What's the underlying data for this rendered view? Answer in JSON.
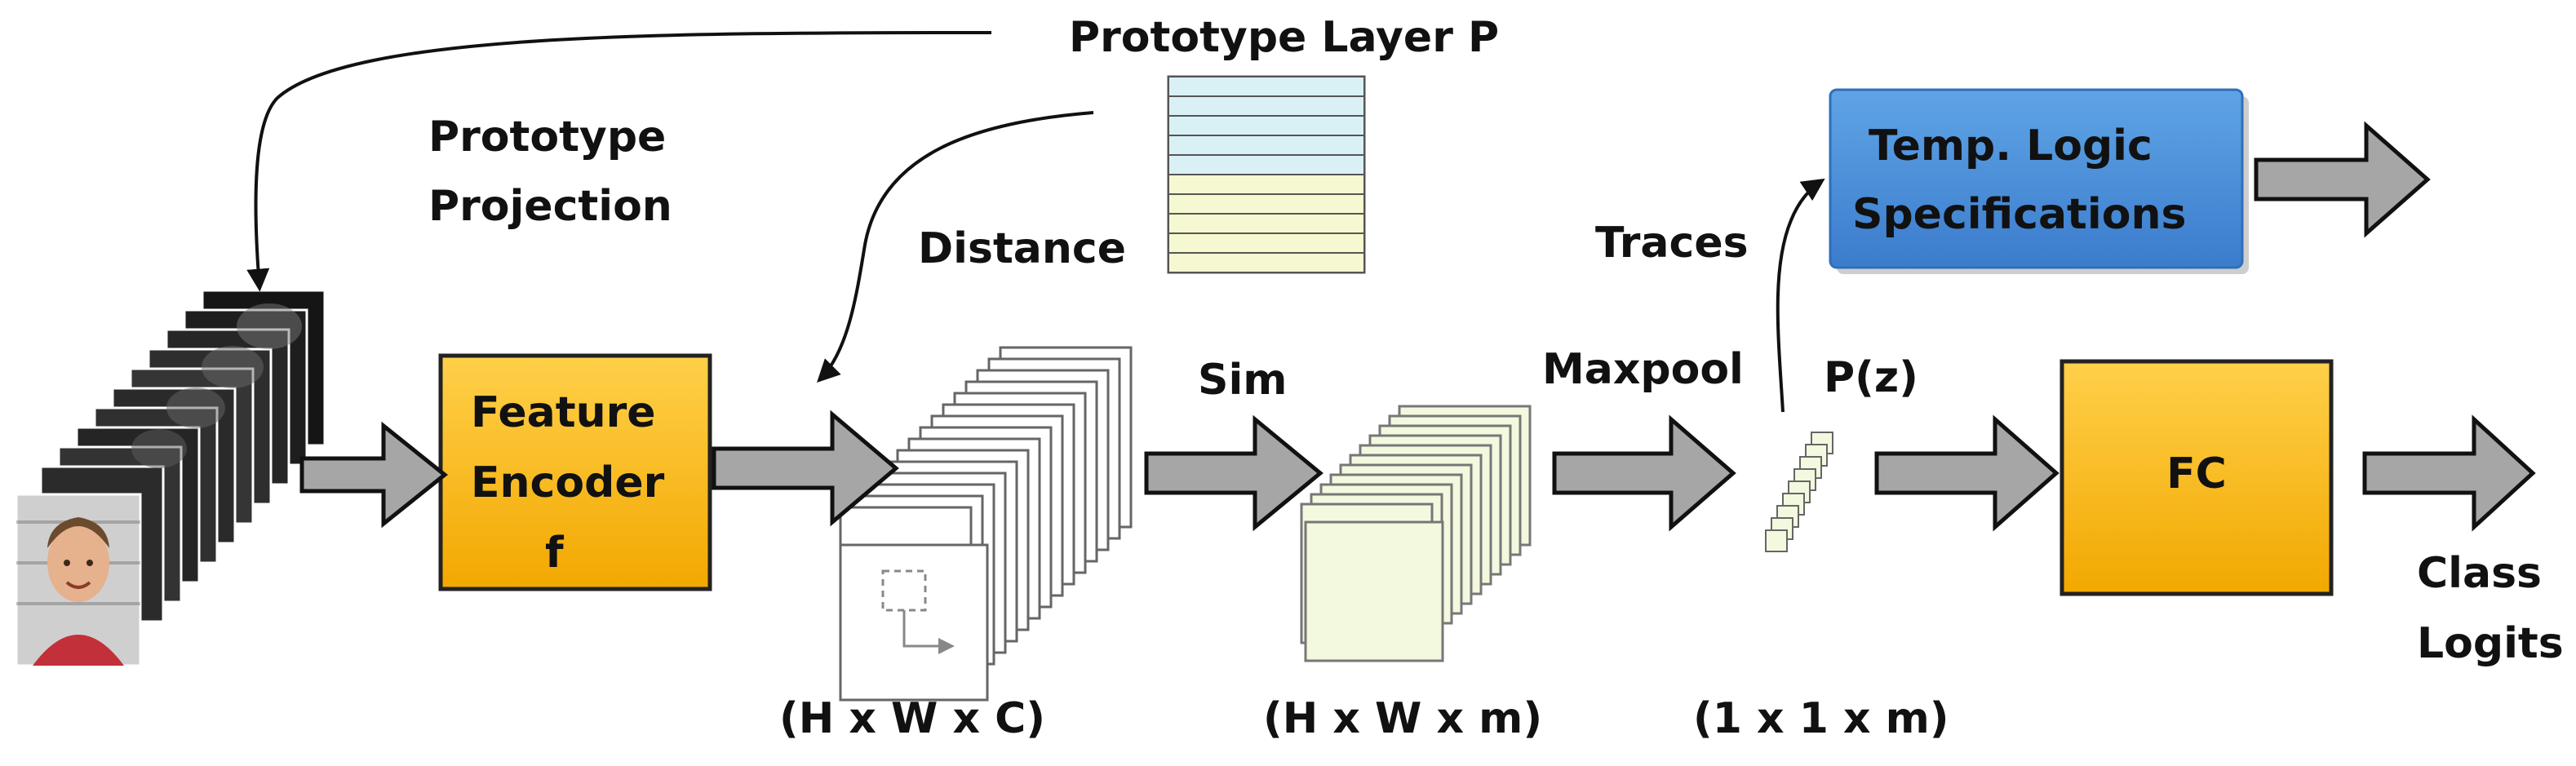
{
  "labels": {
    "prototype_layer": "Prototype Layer P",
    "prototype_projection_line1": "Prototype",
    "prototype_projection_line2": "Projection",
    "distance": "Distance",
    "traces": "Traces",
    "sim": "Sim",
    "maxpool": "Maxpool",
    "pz": "P(z)",
    "dims_hwc": "(H x W x C)",
    "dims_hwm": "(H x W x m)",
    "dims_11m": "(1 x 1 x m)",
    "class_logits_line1": "Class",
    "class_logits_line2": "Logits"
  },
  "boxes": {
    "feature_encoder": {
      "line1": "Feature",
      "line2": "Encoder",
      "line3": "f"
    },
    "temporal_logic": {
      "line1": "Temp. Logic",
      "line2": "Specifications"
    },
    "fc": {
      "label": "FC"
    }
  },
  "colors": {
    "encoder_fill": "#F7B41E",
    "fc_fill": "#F7B41E",
    "temporal_fill": "#4A8FD8",
    "arrow_fill": "#A6A6A6",
    "prototype_blue": "#D9F1F5",
    "prototype_yellow": "#F6F8D2",
    "simmap_fill": "#F3F9DF"
  }
}
